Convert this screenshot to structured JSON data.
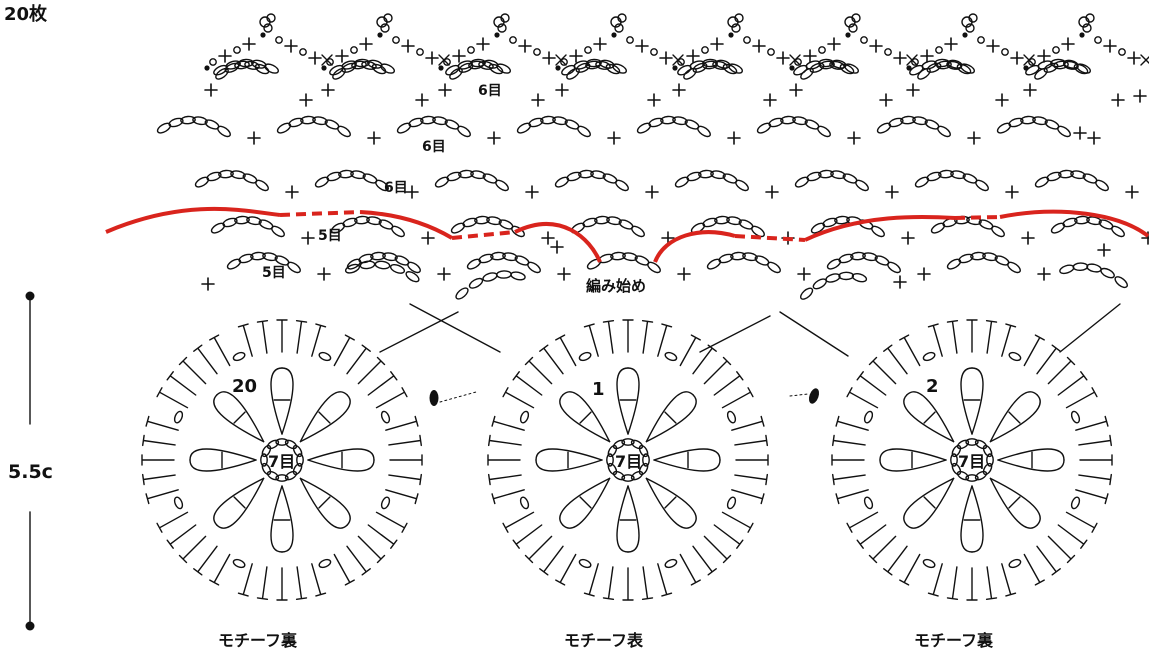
{
  "counts": {
    "total_motifs": "20枚",
    "size_label": "5.5c"
  },
  "motifs": [
    {
      "number": "20",
      "center_count": "7目",
      "side_label": "モチーフ裏"
    },
    {
      "number": "1",
      "center_count": "7目",
      "side_label": "モチーフ表"
    },
    {
      "number": "2",
      "center_count": "7目",
      "side_label": "モチーフ裏"
    }
  ],
  "rows": {
    "start_label": "編み始め",
    "top_rows": [
      "6目",
      "6目",
      "6目"
    ],
    "lower_rows": [
      "5目",
      "5目"
    ]
  },
  "colors": {
    "stroke": "#111111",
    "start_line": "#d9241d",
    "background": "#ffffff"
  }
}
